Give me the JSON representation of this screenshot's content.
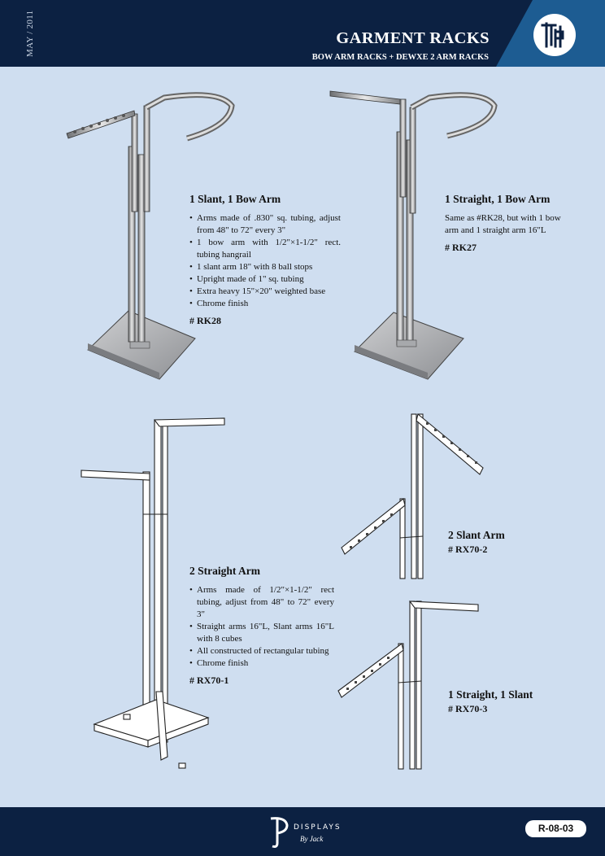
{
  "header": {
    "date": "MAY / 2011",
    "title": "GARMENT RACKS",
    "subtitle": "BOW ARM RACKS + DEWXE 2 ARM RACKS"
  },
  "products": {
    "rk28": {
      "name": "1 Slant, 1 Bow Arm",
      "features": [
        "Arms made of .830\" sq. tubing, adjust from 48\" to 72\" every 3\"",
        "1 bow arm with 1/2\"×1-1/2\" rect. tubing hangrail",
        "1 slant arm 18\" with 8 ball stops",
        "Upright made of 1\" sq. tubing",
        "Extra heavy 15\"×20\" weighted base",
        "Chrome finish"
      ],
      "code": "# RK28"
    },
    "rk27": {
      "name": "1 Straight, 1 Bow Arm",
      "description": "Same as #RK28, but with 1 bow arm and 1 straight arm 16\"L",
      "code": "# RK27"
    },
    "rx70_1": {
      "name": "2 Straight Arm",
      "features": [
        "Arms made of 1/2\"×1-1/2\" rect tubing, adjust from 48\" to 72\" every 3\"",
        "Straight arms 16\"L, Slant arms 16\"L with 8 cubes",
        "All constructed of rectangular tubing",
        "Chrome finish"
      ],
      "code": "# RX70-1"
    },
    "rx70_2": {
      "name": "2 Slant Arm",
      "code": "# RX70-2"
    },
    "rx70_3": {
      "name": "1 Straight, 1 Slant",
      "code": "# RX70-3"
    }
  },
  "footer": {
    "brand": "DISPLAYS",
    "brand_sub": "By Jack",
    "page_code": "R-08-03"
  },
  "colors": {
    "navy": "#0c2142",
    "accent": "#1d5c92",
    "page_bg": "#cfdef0"
  }
}
